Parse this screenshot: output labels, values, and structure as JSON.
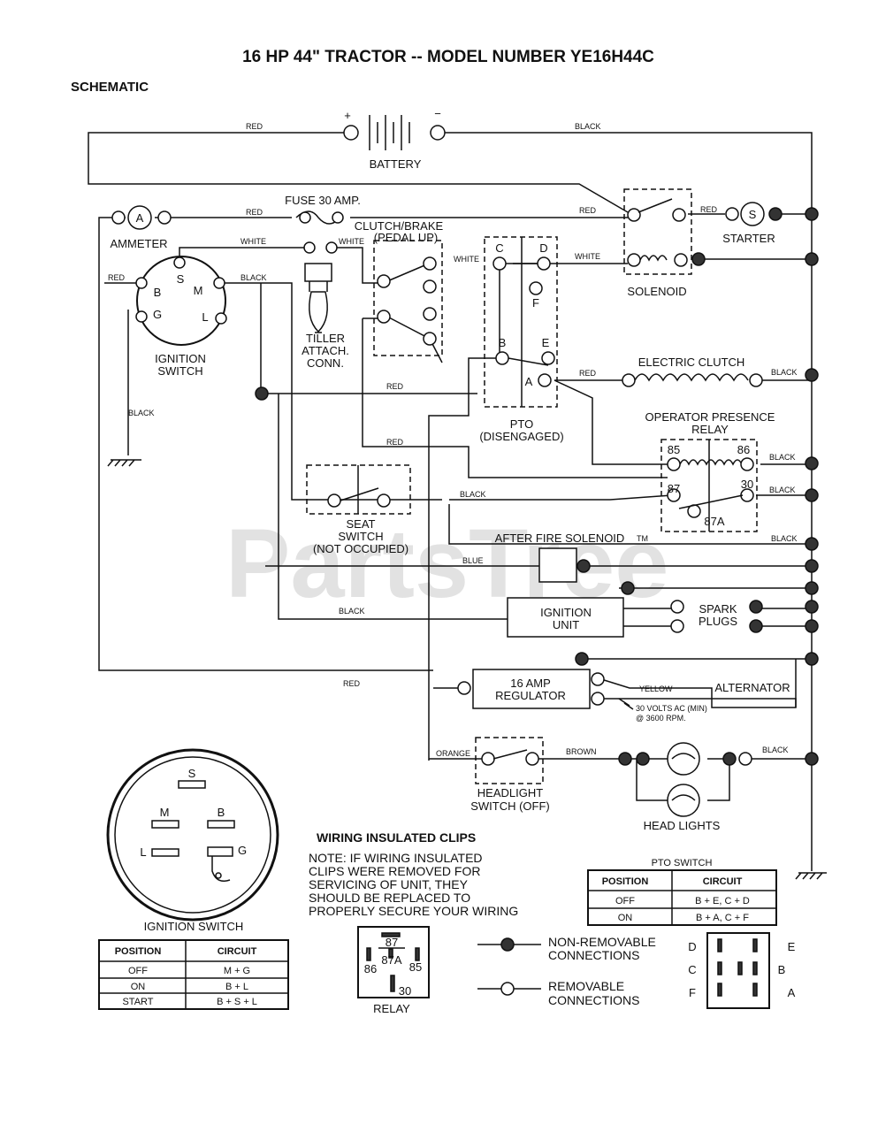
{
  "title": "16 HP 44\" TRACTOR -- MODEL NUMBER YE16H44C",
  "subtitle": "SCHEMATIC",
  "watermark": "PartsTree",
  "watermark_tm": "TM",
  "components": {
    "battery": "BATTERY",
    "battery_plus": "+",
    "battery_minus": "−",
    "fuse": "FUSE 30 AMP.",
    "ammeter": "AMMETER",
    "ammeter_symbol": "A",
    "starter": "STARTER",
    "starter_symbol": "S",
    "solenoid": "SOLENOID",
    "clutch_brake_1": "CLUTCH/BRAKE",
    "clutch_brake_2": "(PEDAL UP)",
    "tiller_1": "TILLER",
    "tiller_2": "ATTACH.",
    "tiller_3": "CONN.",
    "ignition_switch_1": "IGNITION",
    "ignition_switch_2": "SWITCH",
    "pto_1": "PTO",
    "pto_2": "(DISENGAGED)",
    "electric_clutch": "ELECTRIC CLUTCH",
    "opr_1": "OPERATOR PRESENCE",
    "opr_2": "RELAY",
    "seat_1": "SEAT",
    "seat_2": "SWITCH",
    "seat_3": "(NOT OCCUPIED)",
    "after_fire": "AFTER FIRE SOLENOID",
    "ignition_unit_1": "IGNITION",
    "ignition_unit_2": "UNIT",
    "spark_1": "SPARK",
    "spark_2": "PLUGS",
    "regulator_1": "16 AMP",
    "regulator_2": "REGULATOR",
    "alternator": "ALTERNATOR",
    "alt_note_1": "30 VOLTS AC (MIN)",
    "alt_note_2": "@ 3600 RPM.",
    "headlight_sw_1": "HEADLIGHT",
    "headlight_sw_2": "SWITCH (OFF)",
    "head_lights": "HEAD LIGHTS"
  },
  "terminals": {
    "ign": [
      "S",
      "B",
      "M",
      "G",
      "L"
    ],
    "pto": [
      "C",
      "D",
      "F",
      "B",
      "E",
      "A"
    ],
    "relay": [
      "85",
      "86",
      "87",
      "30",
      "87A"
    ]
  },
  "wires": {
    "red": "RED",
    "black": "BLACK",
    "white": "WHITE",
    "blue": "BLUE",
    "yellow": "YELLOW",
    "orange": "ORANGE",
    "brown": "BROWN"
  },
  "clips": {
    "heading": "WIRING INSULATED CLIPS",
    "note": [
      "NOTE: IF WIRING INSULATED",
      "CLIPS WERE REMOVED FOR",
      "SERVICING OF UNIT, THEY",
      "SHOULD BE REPLACED TO",
      "PROPERLY SECURE YOUR WIRING"
    ]
  },
  "legend": {
    "nonremovable_1": "NON-REMOVABLE",
    "nonremovable_2": "CONNECTIONS",
    "removable_1": "REMOVABLE",
    "removable_2": "CONNECTIONS"
  },
  "relay_diagram": {
    "label": "RELAY",
    "pins": [
      "87",
      "87A",
      "86",
      "85",
      "30"
    ]
  },
  "ignition_switch_diagram": {
    "label": "IGNITION SWITCH",
    "pins": [
      "S",
      "M",
      "B",
      "L",
      "G"
    ]
  },
  "ign_table": {
    "headers": [
      "POSITION",
      "CIRCUIT"
    ],
    "rows": [
      [
        "OFF",
        "M + G"
      ],
      [
        "ON",
        "B + L"
      ],
      [
        "START",
        "B + S + L"
      ]
    ]
  },
  "pto_table": {
    "caption": "PTO SWITCH",
    "headers": [
      "POSITION",
      "CIRCUIT"
    ],
    "rows": [
      [
        "OFF",
        "B + E, C + D"
      ],
      [
        "ON",
        "B + A, C + F"
      ]
    ]
  },
  "pto_diagram": {
    "left": [
      "D",
      "C",
      "F"
    ],
    "right": [
      "E",
      "B",
      "A"
    ]
  }
}
